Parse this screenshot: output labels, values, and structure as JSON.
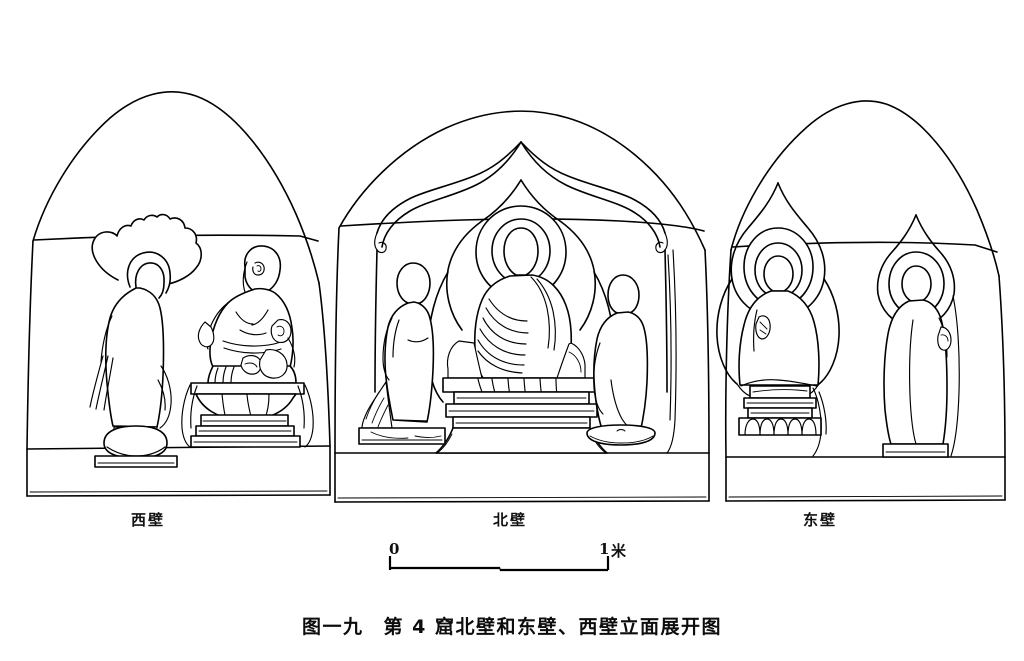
{
  "figure": {
    "caption_number": "图一九",
    "caption_title": "第 4 窟北壁和东壁、西壁立面展开图",
    "caption_full": "图一九　第 4 窟北壁和东壁、西壁立面展开图",
    "drawing_type": "archaeological-line-drawing",
    "subject": "Cave 4 unfolded elevation of north, east and west walls",
    "ink_color": "#000000",
    "paper_color": "#ffffff"
  },
  "panels": [
    {
      "id": "west-wall",
      "label": "西壁",
      "label_meaning": "West Wall",
      "order": 1,
      "figures": [
        {
          "name": "standing-buddha",
          "pose": "standing",
          "halo": "flame-mandorla",
          "base": "round-lotus-pedestal"
        },
        {
          "name": "seated-pensive-bodhisattva",
          "pose": "seated-cross-ankle",
          "torso": "bare-chested",
          "base": "stepped-throne-with-drapery"
        }
      ]
    },
    {
      "id": "north-wall",
      "label": "北壁",
      "label_meaning": "North Wall",
      "order": 2,
      "figures": [
        {
          "name": "attendant-left",
          "pose": "standing",
          "base": "rectangular-plinth"
        },
        {
          "name": "seated-buddha-main",
          "pose": "seated-pendant-legs",
          "halo": "double-ring-halo-with-mandorla",
          "canopy": "double-ogee-arch-with-volutes",
          "base": "stepped-throne"
        },
        {
          "name": "attendant-right",
          "pose": "standing",
          "base": "round-plinth"
        }
      ]
    },
    {
      "id": "east-wall",
      "label": "东壁",
      "label_meaning": "East Wall",
      "order": 3,
      "figures": [
        {
          "name": "seated-buddha",
          "pose": "seated",
          "halo": "pointed-flame-mandorla-double",
          "base": "lotus-petal-pedestal"
        },
        {
          "name": "standing-buddha",
          "pose": "standing",
          "halo": "pointed-flame-mandorla",
          "base": "low-plinth"
        }
      ]
    }
  ],
  "scale_bar": {
    "start_label": "0",
    "end_label": "1",
    "unit": "米",
    "unit_meaning": "meter",
    "end_label_full": "1米",
    "length_meters": 1
  }
}
